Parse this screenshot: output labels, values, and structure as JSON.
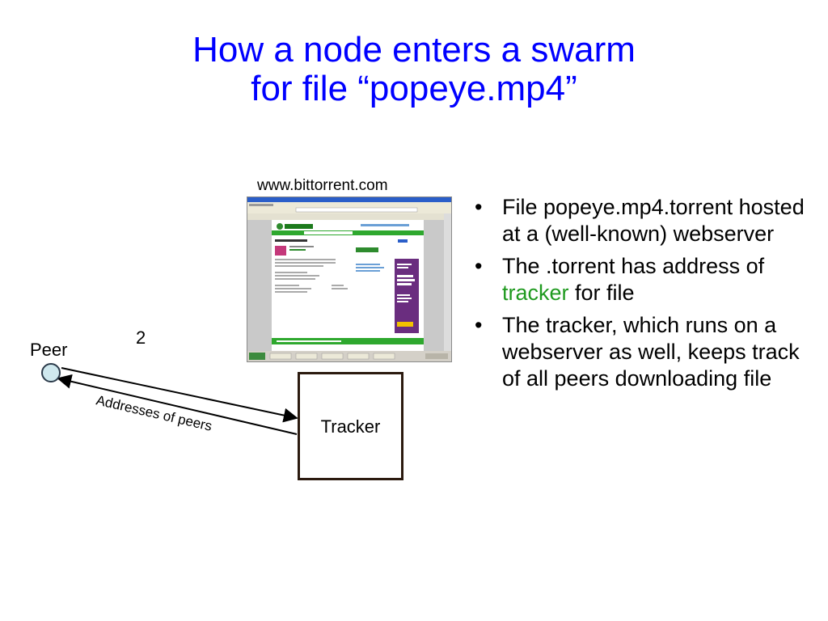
{
  "title": {
    "line1": "How a node enters a swarm",
    "line2": "for file “popeye.mp4”"
  },
  "screenshot": {
    "caption": "www.bittorrent.com"
  },
  "diagram": {
    "peer_label": "Peer",
    "step_number": "2",
    "arrow_label": "Addresses of peers",
    "tracker_label": "Tracker",
    "peer_color": "#cfe8ee",
    "box_border_color": "#2b1a0f"
  },
  "bullets": [
    {
      "text": "File popeye.mp4.torrent hosted at a (well-known) webserver"
    },
    {
      "pre": "The .torrent has address of ",
      "highlight": "tracker",
      "post": " for file"
    },
    {
      "text": "The tracker, which runs on a webserver as well, keeps track of all peers downloading file"
    }
  ],
  "colors": {
    "title": "#0000ff",
    "highlight": "#1f9a1f"
  }
}
